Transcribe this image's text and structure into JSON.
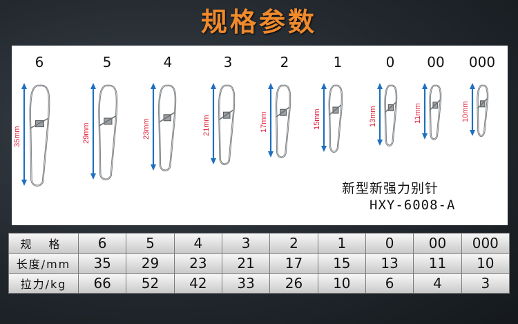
{
  "title": "规格参数",
  "sizes": [
    "6",
    "5",
    "4",
    "3",
    "2",
    "1",
    "0",
    "00",
    "000"
  ],
  "dims": [
    "35mm",
    "29mm",
    "23mm",
    "21mm",
    "17mm",
    "15mm",
    "13mm",
    "11mm",
    "10mm"
  ],
  "product": {
    "name": "新型新强力别针",
    "code": "HXY-6008-A"
  },
  "table": {
    "row_labels": [
      "规 格",
      "长度/mm",
      "拉力/kg"
    ],
    "spec": [
      "6",
      "5",
      "4",
      "3",
      "2",
      "1",
      "0",
      "00",
      "000"
    ],
    "length": [
      "35",
      "29",
      "23",
      "21",
      "17",
      "15",
      "13",
      "11",
      "10"
    ],
    "force": [
      "66",
      "52",
      "42",
      "33",
      "26",
      "10",
      "6",
      "4",
      "3"
    ]
  },
  "colors": {
    "title": "#f08a2c",
    "arrow": "#1f6fbf",
    "dim_text": "#e0203a"
  }
}
